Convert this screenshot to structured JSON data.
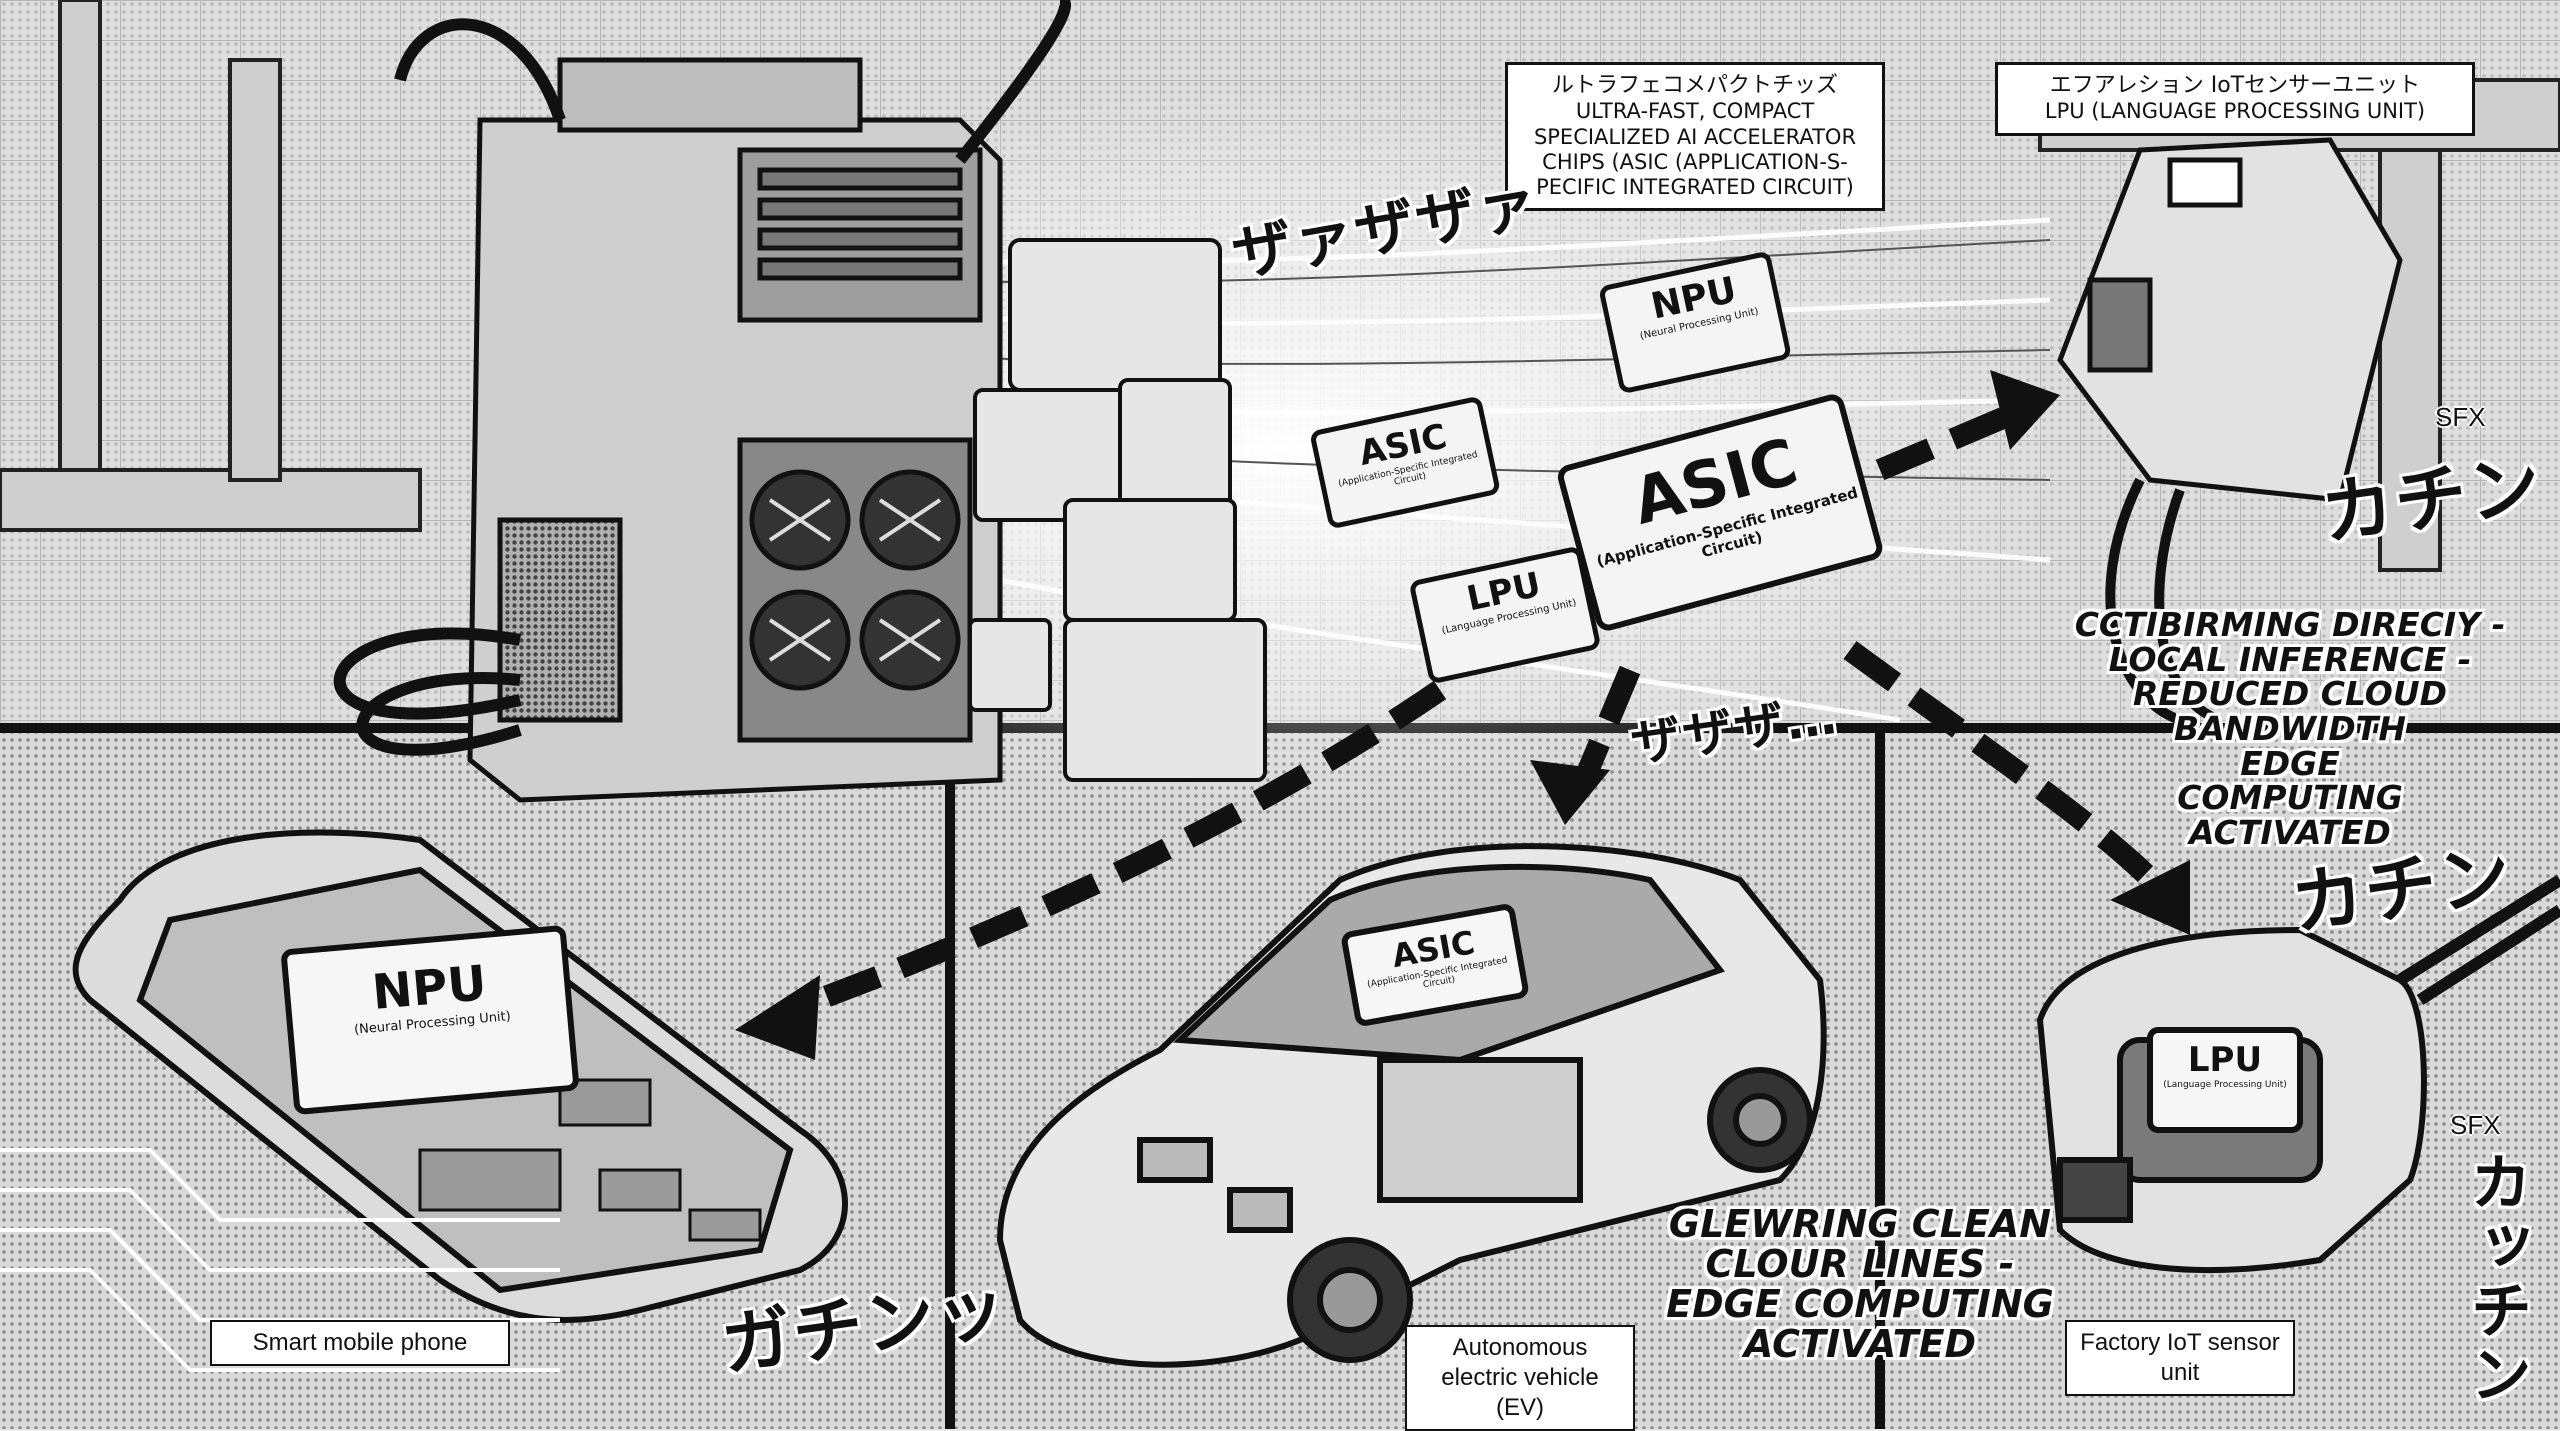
{
  "chips_box": {
    "jp": "ルトラフェコメパクトチッズ",
    "line1": "ULTRA-FAST, COMPACT",
    "line2": "SPECIALIZED AI ACCELERATOR",
    "line3": "CHIPS (ASIC (APPLICATION-S-",
    "line4": "PECIFIC INTEGRATED CIRCUIT)"
  },
  "lpu_box": {
    "jp": "エフアレション IoTセンサーユニット",
    "line1": "LPU (LANGUAGE PROCESSING UNIT)"
  },
  "chips": {
    "npu_top": {
      "name": "NPU",
      "sub": "(Neural Processing Unit)"
    },
    "asic_small": {
      "name": "ASIC",
      "sub": "(Application-Specific Integrated Circuit)"
    },
    "asic_big": {
      "name": "ASIC",
      "sub": "(Application-Specific Integrated Circuit)"
    },
    "lpu_mid": {
      "name": "LPU",
      "sub": "(Language Processing Unit)"
    },
    "phone_npu": {
      "name": "NPU",
      "sub": "(Neural Processing Unit)"
    },
    "car_asic": {
      "name": "ASIC",
      "sub": "(Application-Specific Integrated Circuit)"
    },
    "iot_lpu": {
      "name": "LPU",
      "sub": "(Language Processing Unit)"
    }
  },
  "sfx": {
    "zaa": "ザァザザァ",
    "zaza": "ザザザ…",
    "kachin_1": "カチン",
    "kachin_2": "カチン",
    "kacchin": "カッチン",
    "gachin": "ガチンッ",
    "sfx_label_1": "SFX",
    "sfx_label_2": "SFX"
  },
  "callout_right": {
    "line1": "CCTIBIRMING DIRECIY -",
    "line2": "LOCAL INFERENCE -",
    "line3": "REDUCED CLOUD BANDWIDTH",
    "line4": "EDGE",
    "line5": "COMPUTING",
    "line6": "ACTIVATED"
  },
  "callout_car": {
    "line1": "GLEWRING CLEAN",
    "line2": "CLOUR LINES -",
    "line3": "EDGE COMPUTING",
    "line4": "ACTIVATED"
  },
  "captions": {
    "phone": "Smart mobile phone",
    "car": "Autonomous electric vehicle (EV)",
    "iot": "Factory IoT sensor unit"
  },
  "colors": {
    "ink": "#111111",
    "paper": "#ffffff",
    "tone": "#bdbdbd",
    "tone_dark": "#8a8a8a"
  }
}
